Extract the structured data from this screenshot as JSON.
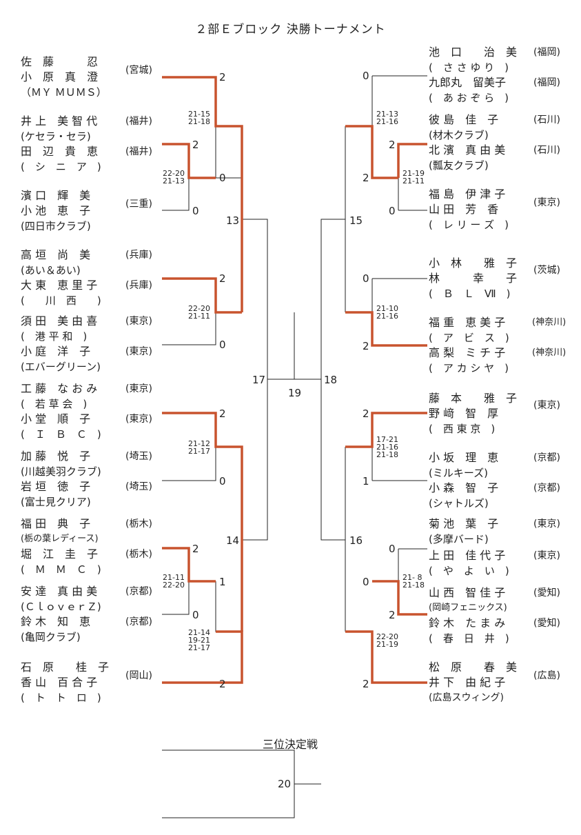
{
  "title": "２部Ｅブロック 決勝トーナメント",
  "third_place_label": "三位決定戦",
  "colors": {
    "winner_line": "#c8532e",
    "line": "#222222"
  },
  "left_pairs": [
    {
      "p1": "佐　藤　　　忍",
      "p1_pref": "(宮城)",
      "p2": "小　原　真　澄",
      "p2_pref": "",
      "team": "（ＭＹ ＭＵＭＳ）",
      "score": "2"
    },
    {
      "p1": "井 上　美 智 代",
      "p1_pref": "(福井)",
      "p2": "田　辺　貴　恵",
      "p2_pref": "(福井)",
      "team": "(ケセラ・セラ)",
      "team2": "(　シ　ニ　ア　)",
      "score": "2"
    },
    {
      "p1": "濱 口　輝　美",
      "p1_pref": "(三重)",
      "p2": "小 池　恵　子",
      "p2_pref": "",
      "team": "(四日市クラブ)",
      "score": "0"
    },
    {
      "p1": "高 垣　尚　美",
      "p1_pref": "(兵庫)",
      "p2": "大 東　恵 里 子",
      "p2_pref": "(兵庫)",
      "team": "(あい＆あい)",
      "team2": "(　　川　西　　)",
      "score": "2"
    },
    {
      "p1": "須 田　美 由 喜",
      "p1_pref": "(東京)",
      "p2": "小 庭　洋　子",
      "p2_pref": "(東京)",
      "team": "(　港 平 和　)",
      "team2": "(エバーグリーン)",
      "score": "0"
    },
    {
      "p1": "工 藤　な お み",
      "p1_pref": "(東京)",
      "p2": "小 堂　順　子",
      "p2_pref": "(東京)",
      "team": "(　若 草 会　)",
      "team2": "(　Ｉ　Ｂ　Ｃ　)",
      "score": "2"
    },
    {
      "p1": "加 藤　悦　子",
      "p1_pref": "(埼玉)",
      "p2": "岩 垣　徳　子",
      "p2_pref": "(埼玉)",
      "team": "(川越美羽クラブ)",
      "team2": "(富士見クリア)",
      "score": "0"
    },
    {
      "p1": "福 田　典　子",
      "p1_pref": "(栃木)",
      "p2": "堀　江　圭　子",
      "p2_pref": "(栃木)",
      "team": "(栃の葉レディース)",
      "team2": "(　Ｍ　Ｍ　Ｃ　)",
      "score": "2"
    },
    {
      "p1": "安 達　真 由 美",
      "p1_pref": "(京都)",
      "p2": "鈴 木　知　恵",
      "p2_pref": "(京都)",
      "team": "(ＣｌｏｖｅｒＺ)",
      "team2": "(亀岡クラブ)",
      "score": "0"
    },
    {
      "p1": "石　原　　桂　子",
      "p1_pref": "(岡山)",
      "p2": "香 山　百 合 子",
      "p2_pref": "",
      "team": "(　ト　ト　ロ　)",
      "score": "2"
    }
  ],
  "right_pairs": [
    {
      "p1": "池　口　　治　美",
      "p1_pref": "(福岡)",
      "p2": "九郎丸　留美子",
      "p2_pref": "(福岡)",
      "team": "(　さ さ ゆ り　)",
      "team2": "(　あ お ぞ ら　)",
      "score": "0"
    },
    {
      "p1": "彼 島　佳　子",
      "p1_pref": "(石川)",
      "p2": "北 濱　真 由 美",
      "p2_pref": "(石川)",
      "team": "(材木クラブ)",
      "team2": "(瓢友クラブ)",
      "score": "2"
    },
    {
      "p1": "福 島　伊 津 子",
      "p1_pref": "(東京)",
      "p2": "山 田　芳　香",
      "p2_pref": "",
      "team": "(　レ リ ー ズ　)",
      "score": "0"
    },
    {
      "p1": "小　林　　雅　子",
      "p1_pref": "(茨城)",
      "p2": "林　　　幸　　子",
      "p2_pref": "",
      "team": "(　Ｂ　Ｌ　Ⅶ　)",
      "score": "0"
    },
    {
      "p1": "福 重　恵 美 子",
      "p1_pref": "(神奈川)",
      "p2": "高 梨　ミ チ 子",
      "p2_pref": "(神奈川)",
      "team": "(　ア　ビ　ス　)",
      "team2": "(　ア カ シ ヤ　)",
      "score": "2"
    },
    {
      "p1": "藤　本　　雅　子",
      "p1_pref": "(東京)",
      "p2": "野 﨑　智　厚",
      "p2_pref": "",
      "team": "(　西 東 京　)",
      "score": "2"
    },
    {
      "p1": "小 坂　理　恵",
      "p1_pref": "(京都)",
      "p2": "小 森　智　子",
      "p2_pref": "(京都)",
      "team": "(ミルキーズ)",
      "team2": "(シャトルズ)",
      "score": "1"
    },
    {
      "p1": "菊 池　葉　子",
      "p1_pref": "(東京)",
      "p2": "上 田　佳 代 子",
      "p2_pref": "(東京)",
      "team": "(多摩バード)",
      "team2": "(　や　よ　い　)",
      "score": "0"
    },
    {
      "p1": "山 西　智 佳 子",
      "p1_pref": "(愛知)",
      "p2": "鈴 木　た ま み",
      "p2_pref": "(愛知)",
      "team": "(岡崎フェニックス)",
      "team2": "(　春　日　井　)",
      "score": "2"
    },
    {
      "p1": "松　原　　春　美",
      "p1_pref": "(広島)",
      "p2": "井 下　由 紀 子",
      "p2_pref": "",
      "team": "(広島スウィング)",
      "score": "2"
    }
  ],
  "inner_scores": {
    "l_m1": "0",
    "l_m2": "0",
    "l_m3": "1",
    "r_m1": "2",
    "r_m2": "2",
    "r_m3": "2",
    "r_m4": "1",
    "r_m5": "2",
    "r_m6": "0"
  },
  "game_scores": {
    "l1": "21-15\n21-18",
    "l2": "22-20\n21-13",
    "l3": "22-20\n21-11",
    "l4": "21-12\n21-17",
    "l5": "21-11\n22-20",
    "l6": "21-14\n19-21\n21-17",
    "r1": "21-13\n21-16",
    "r2": "21-19\n21-11",
    "r3": "21-10\n21-16",
    "r4": "17-21\n21-16\n21-18",
    "r5": "21- 8\n21-18",
    "r6": "22-20\n21-19"
  },
  "match_numbers": {
    "m13": "13",
    "m14": "14",
    "m15": "15",
    "m16": "16",
    "m17": "17",
    "m18": "18",
    "m19": "19",
    "m20": "20"
  }
}
